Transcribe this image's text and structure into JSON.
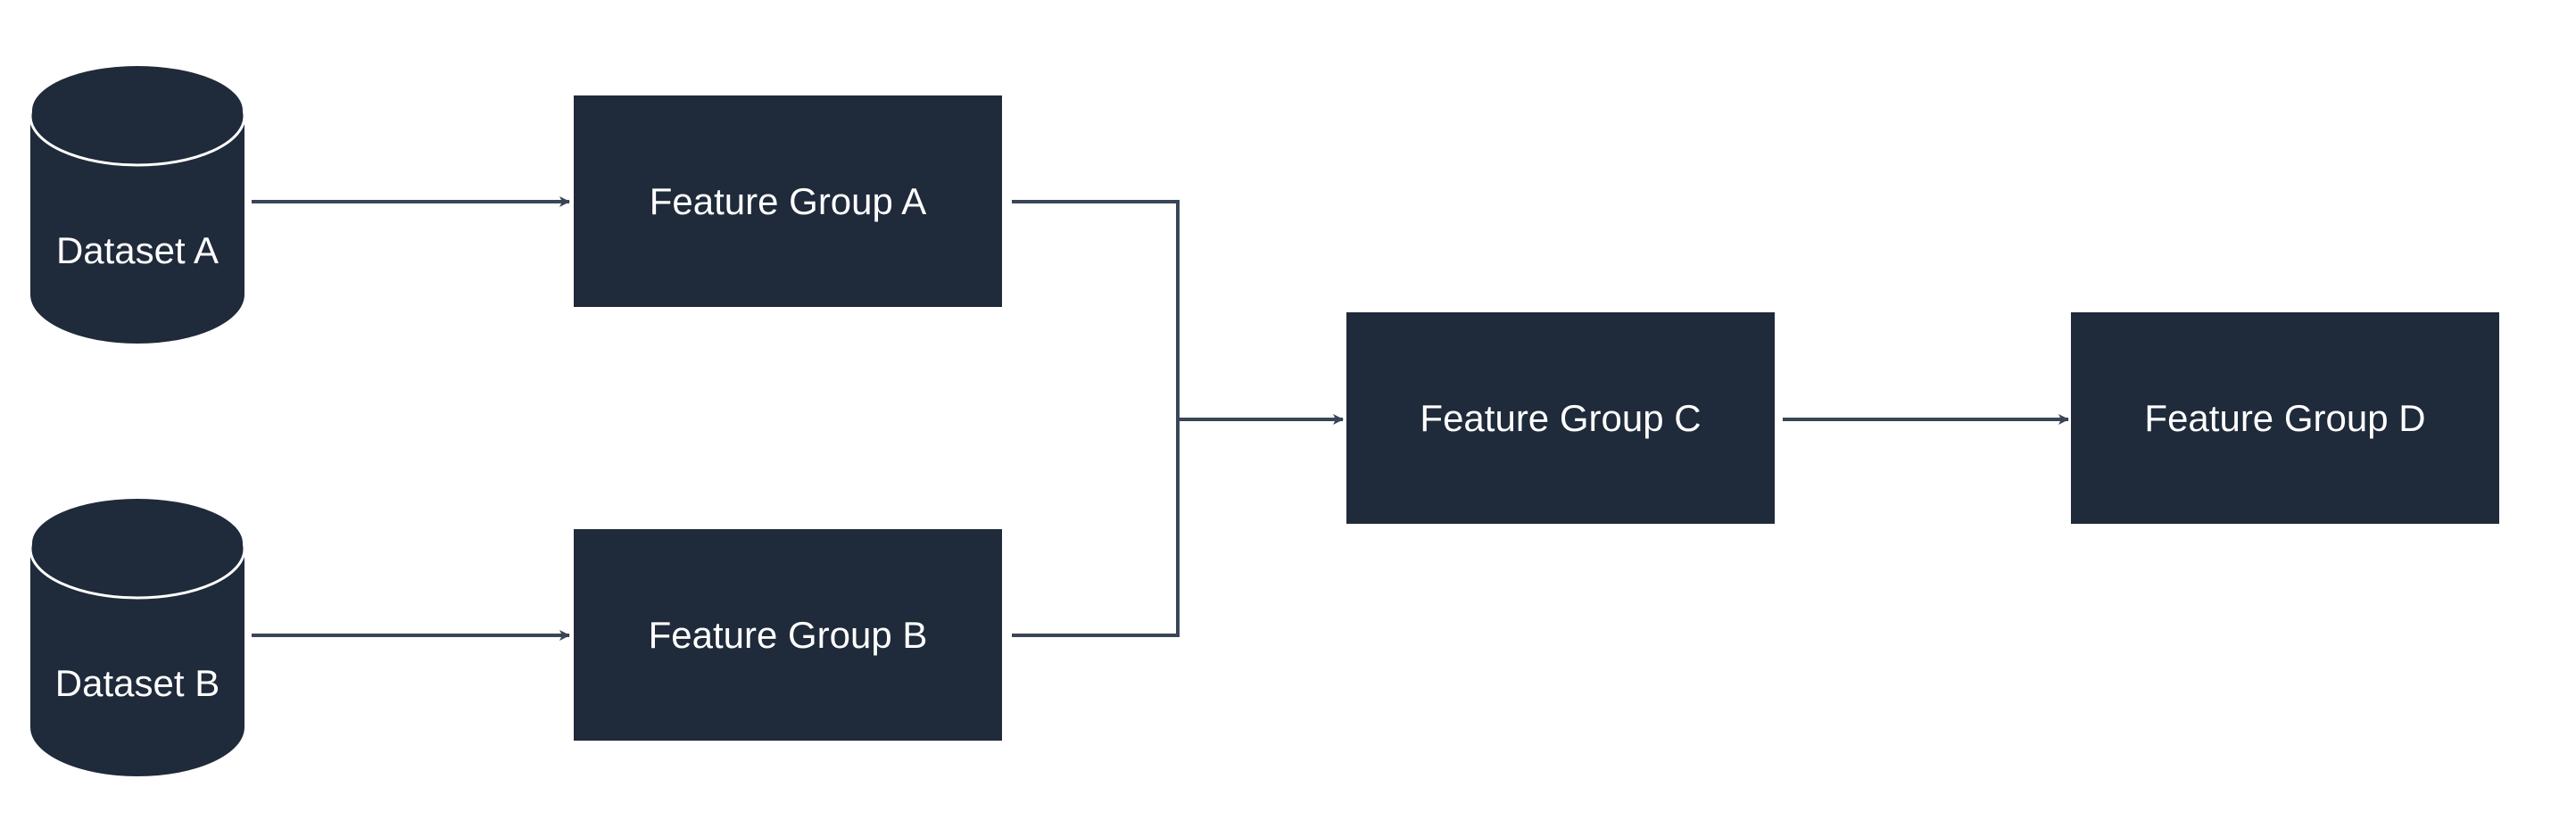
{
  "colors": {
    "node_fill": "#1f2a3a",
    "node_text": "#ffffff",
    "edge": "#3a4656",
    "background": "#ffffff"
  },
  "datasets": [
    {
      "id": "dataset-a",
      "label": "Dataset A",
      "shape": "cylinder"
    },
    {
      "id": "dataset-b",
      "label": "Dataset B",
      "shape": "cylinder"
    }
  ],
  "feature_groups": [
    {
      "id": "fg-a",
      "label": "Feature Group A"
    },
    {
      "id": "fg-b",
      "label": "Feature Group B"
    },
    {
      "id": "fg-c",
      "label": "Feature Group C"
    },
    {
      "id": "fg-d",
      "label": "Feature Group D"
    }
  ],
  "edges": [
    {
      "from": "dataset-a",
      "to": "fg-a"
    },
    {
      "from": "dataset-b",
      "to": "fg-b"
    },
    {
      "from": "fg-a",
      "to": "fg-c"
    },
    {
      "from": "fg-b",
      "to": "fg-c"
    },
    {
      "from": "fg-c",
      "to": "fg-d"
    }
  ]
}
